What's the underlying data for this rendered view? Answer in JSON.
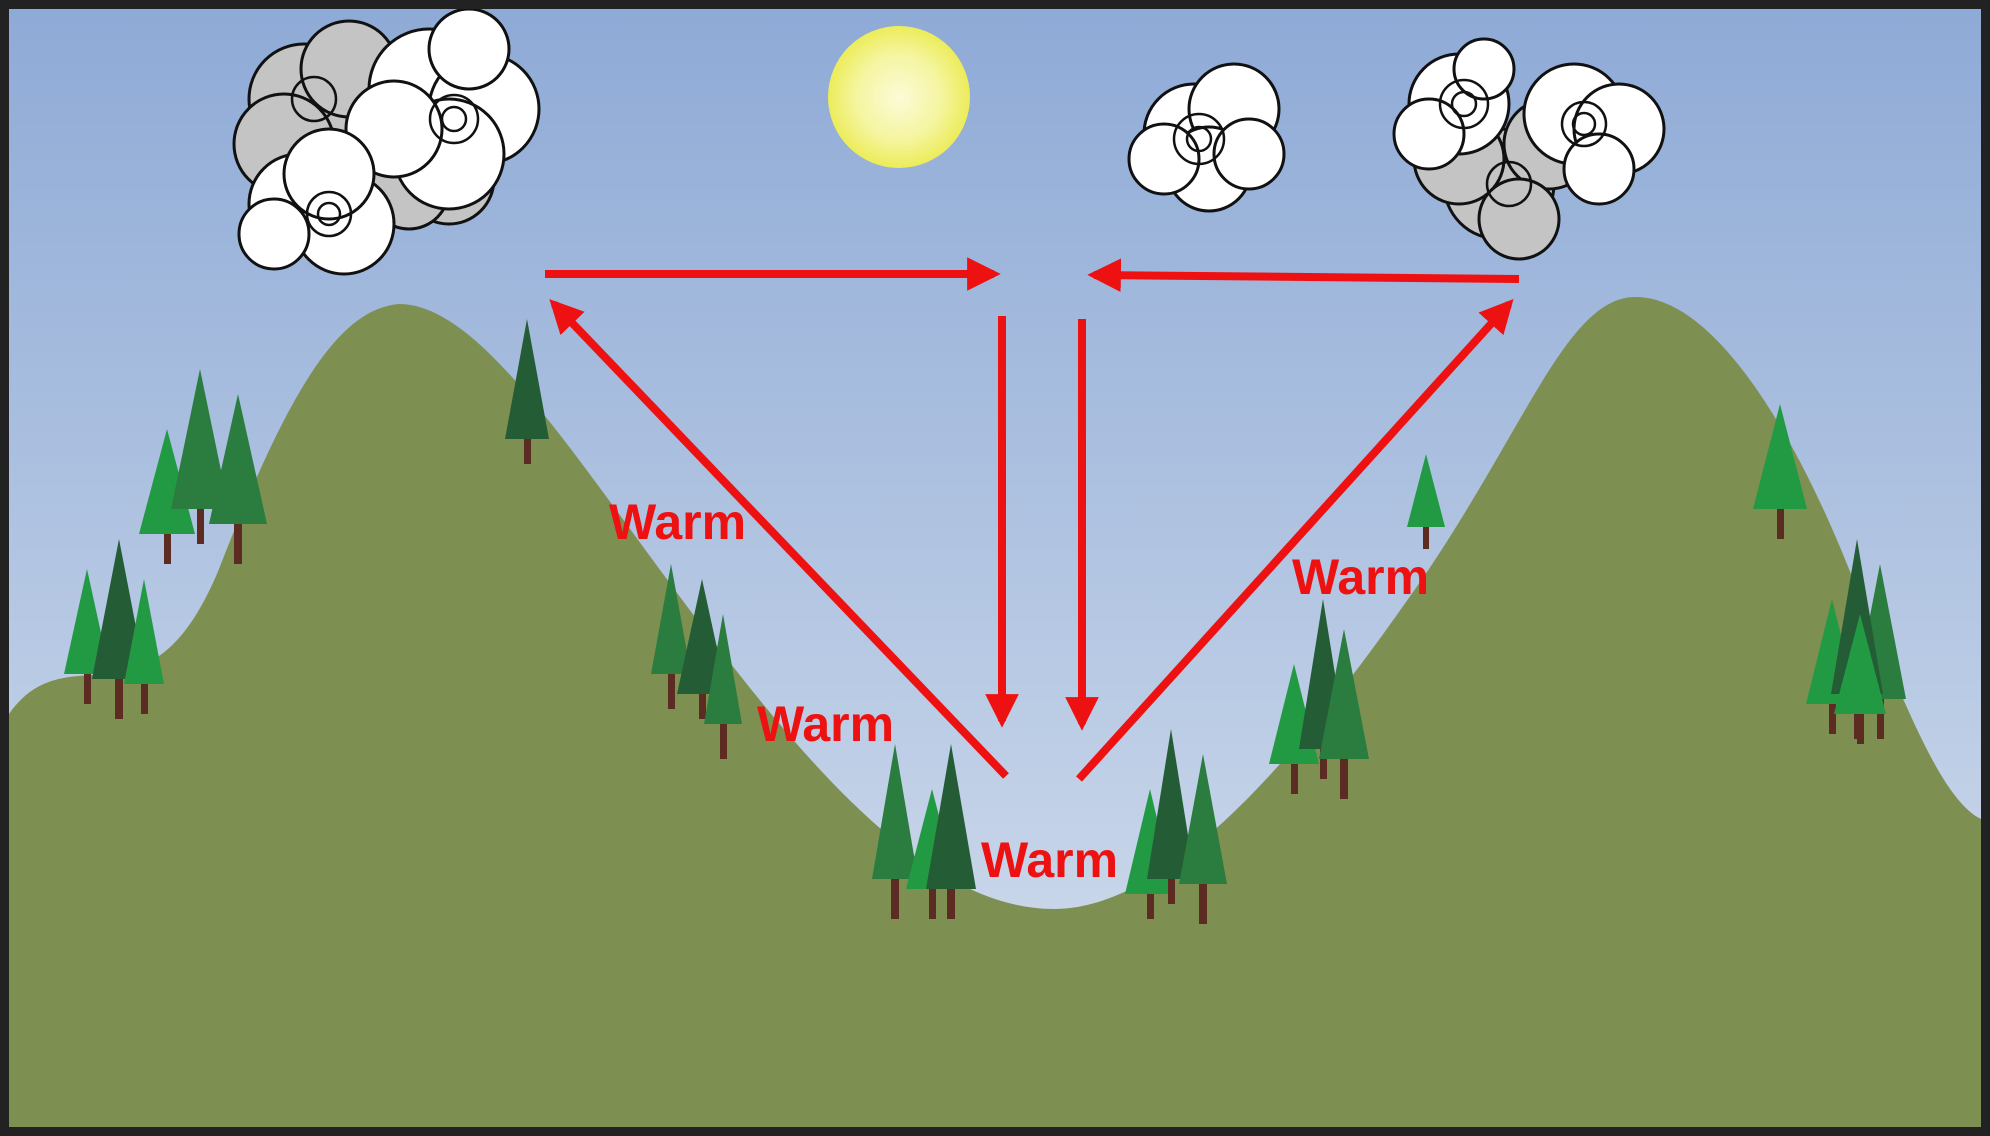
{
  "diagram": {
    "labels": {
      "warm_upper_left": "Warm",
      "warm_lower_left": "Warm",
      "warm_valley": "Warm",
      "warm_right": "Warm"
    },
    "colors": {
      "sky_top": "#8eaad6",
      "sky_bottom": "#d6e0ee",
      "hills": "#7e8f52",
      "arrow": "#ee1111",
      "sun_core": "#fbfbd8",
      "sun_edge": "#ecec5a",
      "tree_light": "#229a44",
      "tree_mid": "#2a7d3f",
      "tree_dark": "#245c35",
      "trunk": "#5c2c22",
      "cloud_white": "#ffffff",
      "cloud_gray": "#c4c4c4",
      "frame": "#222222"
    }
  }
}
